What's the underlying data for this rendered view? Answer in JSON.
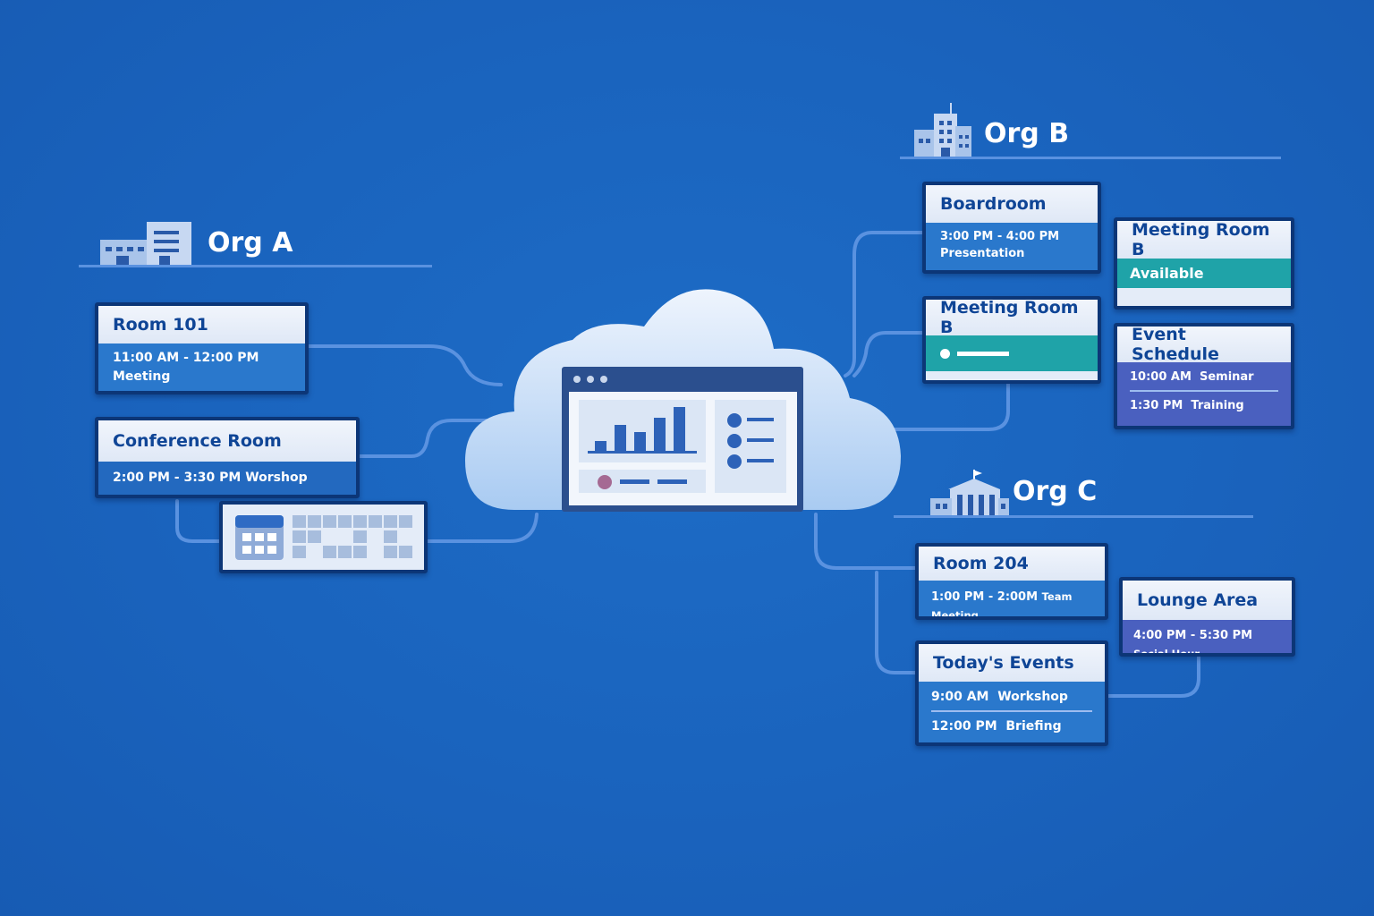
{
  "orgs": {
    "a": {
      "label": "Org A",
      "icon": "office-building-icon"
    },
    "b": {
      "label": "Org B",
      "icon": "skyscraper-icon"
    },
    "c": {
      "label": "Org C",
      "icon": "government-building-icon"
    }
  },
  "cards": {
    "room101": {
      "title": "Room 101",
      "time": "11:00 AM - 12:00 PM",
      "event": "Meeting"
    },
    "conference": {
      "title": "Conference Room",
      "time": "2:00 PM - 3:30 PM",
      "event": "Worshop"
    },
    "boardroom": {
      "title": "Boardroom",
      "time": "3:00 PM - 4:00 PM",
      "event": "Presentation"
    },
    "meetingB_status": {
      "title": "Meeting Room B"
    },
    "meetingB": {
      "title": "Meeting Room B",
      "status": "Available"
    },
    "eventSchedule": {
      "title": "Event Schedule",
      "items": [
        {
          "time": "10:00 AM",
          "event": "Seminar"
        },
        {
          "time": "1:30 PM",
          "event": "Training"
        }
      ]
    },
    "room204": {
      "title": "Room 204",
      "time": "1:00 PM - 2:00M",
      "event": "Team Meeting"
    },
    "lounge": {
      "title": "Lounge Area",
      "time": "4:00 PM - 5:30 PM",
      "event": "Social Hour"
    },
    "todays": {
      "title": "Today's Events",
      "items": [
        {
          "time": "9:00 AM",
          "event": "Workshop"
        },
        {
          "time": "12:00 PM",
          "event": "Briefing"
        }
      ]
    }
  },
  "colors": {
    "background": "#1a63bd",
    "card_border": "#0c3677",
    "card_body": "#2a78cc",
    "teal": "#1fa3a8",
    "purple": "#4a60bf",
    "connector": "#5a92e0"
  }
}
